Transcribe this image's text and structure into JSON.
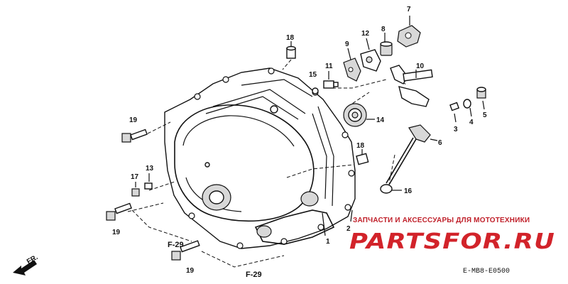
{
  "callouts": {
    "c1": "1",
    "c2": "2",
    "c3": "3",
    "c4": "4",
    "c5": "5",
    "c6": "6",
    "c7": "7",
    "c8": "8",
    "c9": "9",
    "c10": "10",
    "c11": "11",
    "c12": "12",
    "c13": "13",
    "c14": "14",
    "c15": "15",
    "c16": "16",
    "c17": "17",
    "c18a": "18",
    "c18b": "18",
    "c19a": "19",
    "c19b": "19",
    "c19c": "19"
  },
  "references": {
    "f29a": "F-29",
    "f29b": "F-29"
  },
  "front_arrow": "FR.",
  "diagram_code": "E-MB8-E0500",
  "watermark": {
    "tagline": "ЗАПЧАСТИ И АКСЕССУАРЫ ДЛЯ МОТОТЕХНИКИ",
    "brand": "PARTSFOR.RU",
    "color": "#d2232a"
  }
}
